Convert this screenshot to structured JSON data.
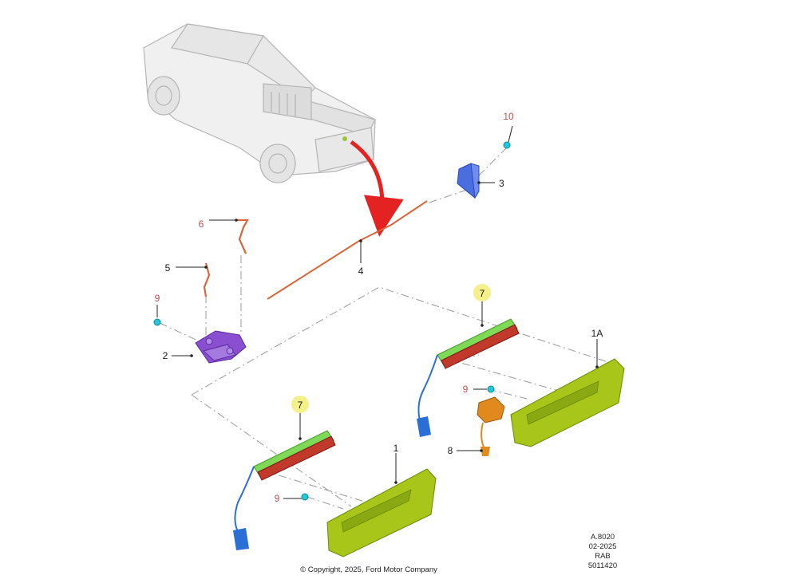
{
  "callouts": {
    "c1": "1",
    "c1a": "1A",
    "c2": "2",
    "c3": "3",
    "c4": "4",
    "c5": "5",
    "c6": "6",
    "c7a": "7",
    "c7b": "7",
    "c8": "8",
    "c9a": "9",
    "c9b": "9",
    "c9c": "9",
    "c10": "10"
  },
  "footer": {
    "copyright": "© Copyright, 2025, Ford Motor Company",
    "ref_code": "A.8020",
    "date": "02-2025",
    "group": "RAB",
    "part_id": "5011420"
  },
  "colors": {
    "callout_black": "#1a1a1a",
    "callout_red": "#c0504d",
    "highlight_yellow": "#f4f08a",
    "handle_green": "#a8c51a",
    "lamp_green": "#7ed957",
    "lamp_red": "#c0392b",
    "harness_blue": "#2a6fd6",
    "harness_orange_red": "#d9663a",
    "module_purple": "#8a4fd1",
    "bracket_blue": "#4a6de0",
    "switch_orange": "#e08a1e",
    "clip_cyan": "#26c6da",
    "arrow_red": "#e52222"
  }
}
